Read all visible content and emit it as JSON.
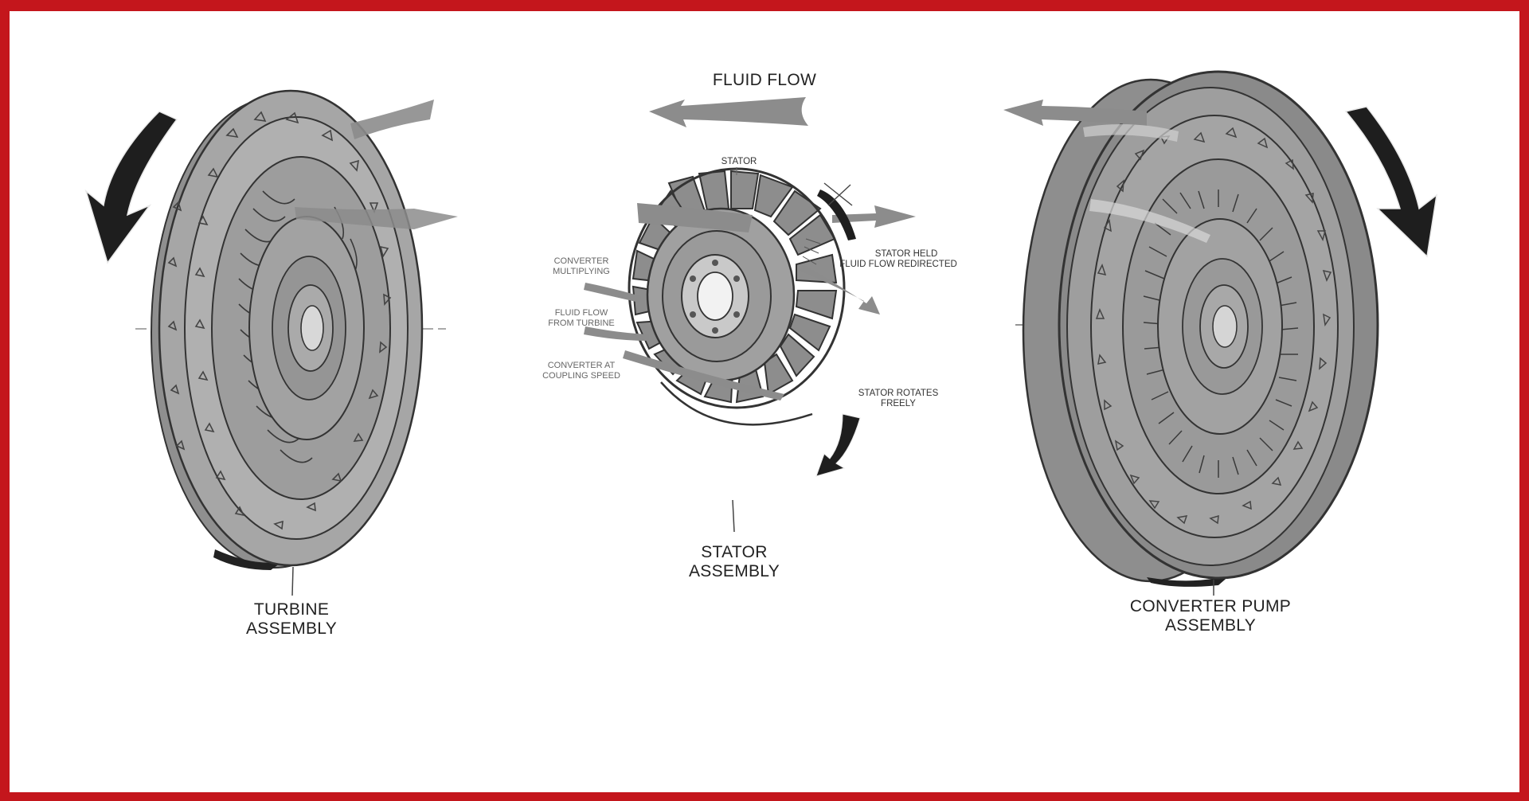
{
  "diagram": {
    "labels": {
      "fluid_flow": "FLUID FLOW",
      "stator": "STATOR",
      "stator_held_1": "STATOR HELD",
      "stator_held_2": "FLUID FLOW REDIRECTED",
      "converter_multiplying_1": "CONVERTER",
      "converter_multiplying_2": "MULTIPLYING",
      "fluid_from_turbine_1": "FLUID FLOW",
      "fluid_from_turbine_2": "FROM TURBINE",
      "converter_coupling_1": "CONVERTER AT",
      "converter_coupling_2": "COUPLING SPEED",
      "stator_rotates_1": "STATOR ROTATES",
      "stator_rotates_2": "FREELY",
      "stator_assembly_1": "STATOR",
      "stator_assembly_2": "ASSEMBLY",
      "turbine_assembly_1": "TURBINE",
      "turbine_assembly_2": "ASSEMBLY",
      "pump_assembly_1": "CONVERTER PUMP",
      "pump_assembly_2": "ASSEMBLY"
    },
    "colors": {
      "frame": "#c4161c",
      "part_fill": "#9a9a9a",
      "part_dark": "#6f6f6f",
      "rotation_arrow": "#1e1e1e",
      "flow_arrow": "#8c8c8c"
    }
  }
}
